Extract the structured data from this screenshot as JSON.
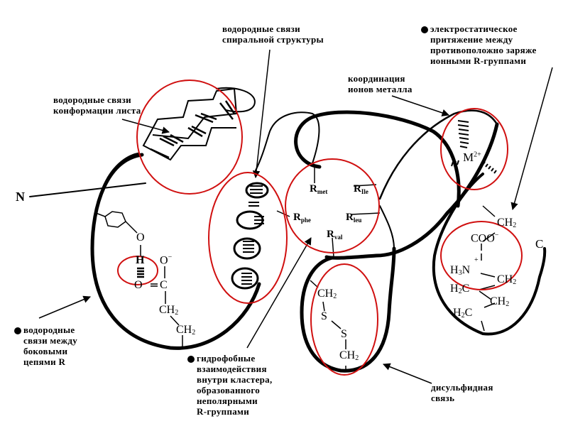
{
  "labels": {
    "sheet_hbonds": "водородные связи\nконформации листа",
    "helix_hbonds": "водородные связи\nспиральной структуры",
    "electrostatic": "электростатическое\nпритяжение между\nпротивоположно заряже\nионными R-группами",
    "metal_coord": "координация\nионов металла",
    "sidechain_hbonds": "водородные\nсвязи между\nбоковыми\nцепями R",
    "hydrophobic": "гидрофобные\nвзаимодействия\nвнутри кластера,\nобразованного\nнеполярными\nR-группами",
    "disulfide": "дисульфидная\nсвязь"
  },
  "termini": {
    "n": "N",
    "c": "C"
  },
  "r_groups": {
    "met": {
      "r": "R",
      "sub": "met"
    },
    "ile": {
      "r": "R",
      "sub": "Ile"
    },
    "phe": {
      "r": "R",
      "sub": "phe"
    },
    "leu": {
      "r": "R",
      "sub": "leu"
    },
    "val": {
      "r": "R",
      "sub": "val"
    }
  },
  "chem": {
    "o_phenol": "O",
    "h": "H",
    "o_minus": "O",
    "minus": "−",
    "o_double": "O",
    "c_carb": "C",
    "ch2_a": "CH",
    "ch2_b": "CH",
    "sub2": "2",
    "metal": "M",
    "metal_charge": "2+",
    "ds_ch2_top": "CH",
    "ds_s1": "S",
    "ds_s2": "S",
    "ds_ch2_bot": "CH",
    "salt_ch2": "CH",
    "coo": "COO",
    "coo_charge": "−",
    "plus": "+",
    "h3n_h": "H",
    "h3n_3": "3",
    "h3n_n": "N",
    "salt_ch2_b": "CH",
    "h2c_a_h": "H",
    "h2c_a_c": "C",
    "salt_ch2_c": "CH",
    "h2c_b_h": "H",
    "h2c_b_c": "C"
  },
  "colors": {
    "highlight": "#d01010",
    "ink": "#000000"
  }
}
